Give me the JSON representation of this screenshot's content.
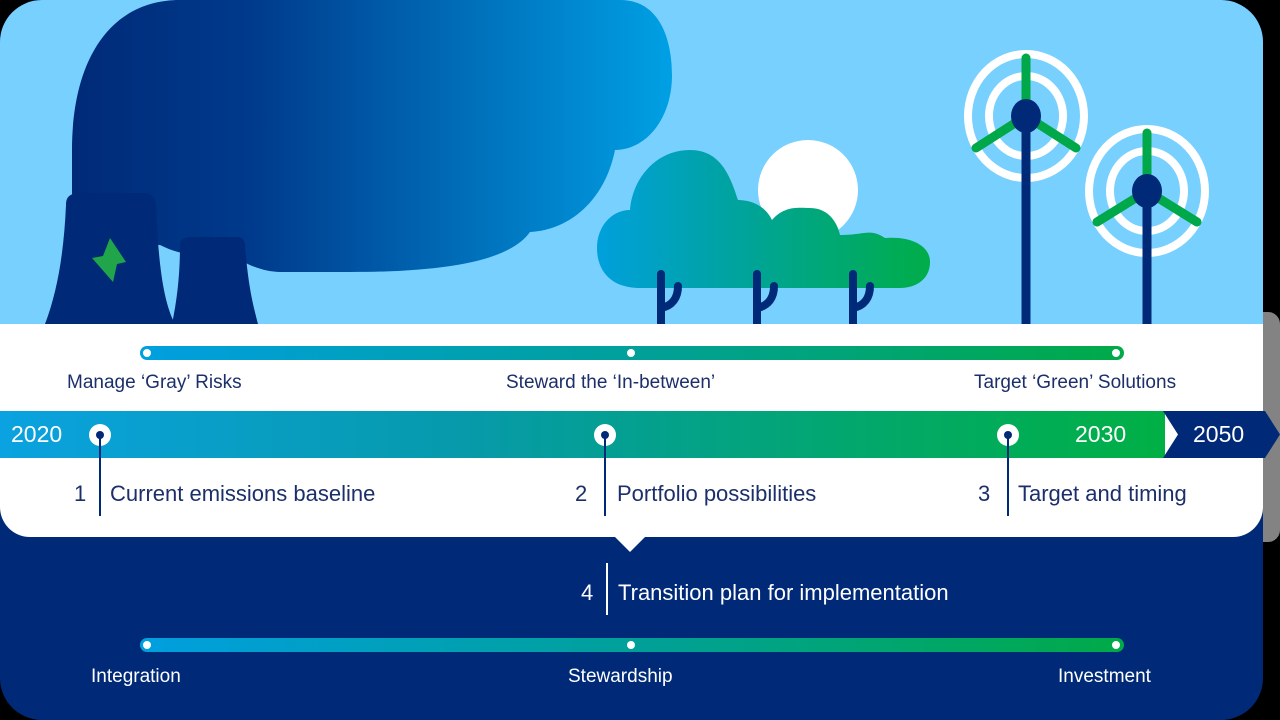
{
  "spectrum_top": {
    "labels": [
      {
        "text": "Manage ‘Gray’ Risks"
      },
      {
        "text": "Steward the ‘In-between’"
      },
      {
        "text": "Target ‘Green’ Solutions"
      }
    ]
  },
  "timeline": {
    "years": {
      "start": "2020",
      "mid": "2030",
      "end": "2050"
    },
    "steps": [
      {
        "num": "1",
        "label": "Current emissions baseline"
      },
      {
        "num": "2",
        "label": "Portfolio possibilities"
      },
      {
        "num": "3",
        "label": "Target and timing"
      },
      {
        "num": "4",
        "label": "Transition plan for implementation"
      }
    ]
  },
  "spectrum_bottom": {
    "labels": [
      {
        "text": "Integration"
      },
      {
        "text": "Stewardship"
      },
      {
        "text": "Investment"
      }
    ]
  },
  "illustration": {
    "elements": [
      "power-plant-cooling-towers",
      "smoke-cloud",
      "lightning-bolt",
      "trees",
      "sun",
      "wind-turbines"
    ]
  },
  "colors": {
    "navy": "#002a78",
    "sky": "#78d0ff",
    "blue": "#009fe0",
    "teal": "#00a09a",
    "green": "#00aa48"
  }
}
